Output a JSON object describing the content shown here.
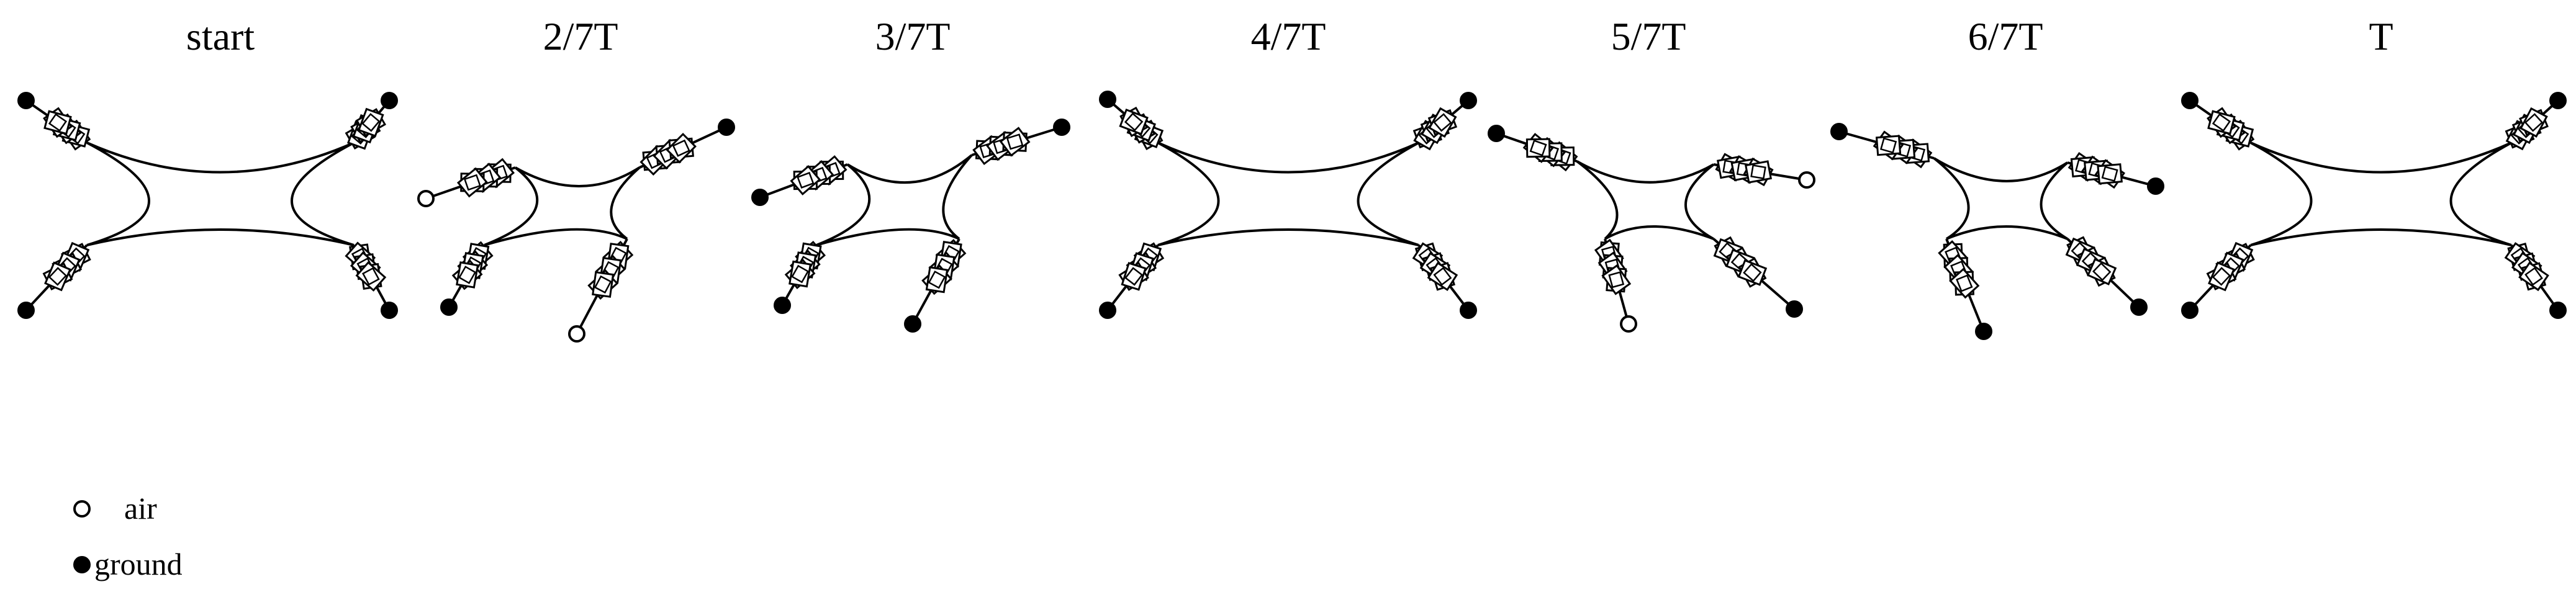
{
  "frames": [
    {
      "title": "start",
      "feet": [
        "ground",
        "ground",
        "ground",
        "ground"
      ]
    },
    {
      "title": "2/7T",
      "feet": [
        "air",
        "ground",
        "ground",
        "air"
      ]
    },
    {
      "title": "3/7T",
      "feet": [
        "ground",
        "ground",
        "ground",
        "ground"
      ]
    },
    {
      "title": "4/7T",
      "feet": [
        "ground",
        "ground",
        "ground",
        "ground"
      ]
    },
    {
      "title": "5/7T",
      "feet": [
        "ground",
        "air",
        "air",
        "ground"
      ]
    },
    {
      "title": "6/7T",
      "feet": [
        "ground",
        "ground",
        "ground",
        "ground"
      ]
    },
    {
      "title": "T",
      "feet": [
        "ground",
        "ground",
        "ground",
        "ground"
      ]
    }
  ],
  "legend": [
    {
      "label": "air",
      "marker": "air"
    },
    {
      "label": "ground",
      "marker": "ground"
    }
  ],
  "colors": {
    "ink": "#000000",
    "paper": "#ffffff"
  }
}
